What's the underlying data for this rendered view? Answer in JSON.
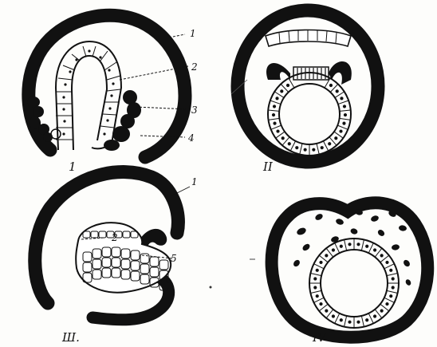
{
  "figure": {
    "labels": {
      "one": "1",
      "two": "2",
      "three": "3",
      "four": "4",
      "five": "5",
      "two_b": "2",
      "one_b": "1"
    },
    "panels": {
      "p1": "1",
      "p2": "II",
      "p3": "Ш.",
      "p4": "IV"
    }
  },
  "colors": {
    "ink": "#111111",
    "paper": "#fdfdfb"
  }
}
